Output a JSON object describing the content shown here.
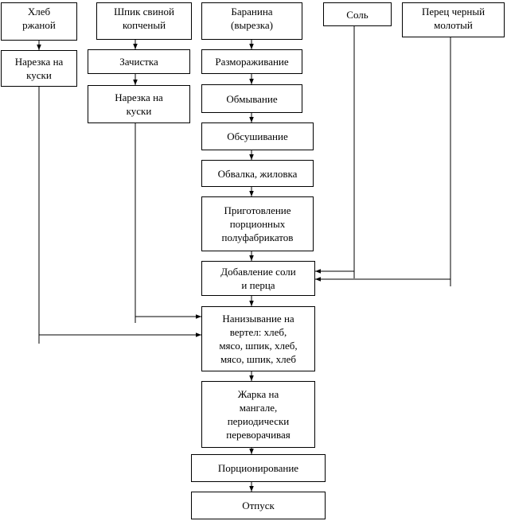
{
  "nodes": {
    "bread": "Хлеб\nржаной",
    "bacon": "Шпик свиной\nкопченый",
    "lamb": "Баранина\n(вырезка)",
    "salt": "Соль",
    "pepper": "Перец черный\nмолотый",
    "bread_slice": "Нарезка на\nкуски",
    "bacon_clean": "Зачистка",
    "bacon_slice": "Нарезка на\nкуски",
    "defrost": "Размораживание",
    "wash": "Обмывание",
    "dry": "Обсушивание",
    "debone": "Обвалка, жиловка",
    "portion_prep": "Приготовление\nпорционных\nполуфабрикатов",
    "salt_pepper": "Добавление соли\nи перца",
    "skewer": "Нанизывание на\nвертел: хлеб,\nмясо, шпик, хлеб,\nмясо, шпик, хлеб",
    "grill": "Жарка на\nмангале,\nпериодически\nпереворачивая",
    "portioning": "Порционирование",
    "serve": "Отпуск"
  }
}
